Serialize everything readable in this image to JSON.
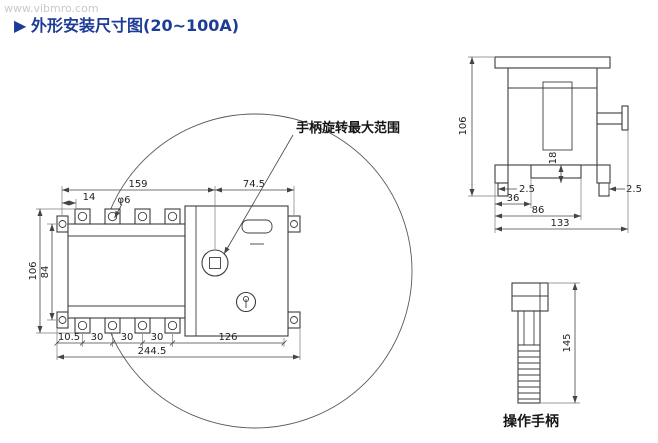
{
  "watermark": "www.vibmro.com",
  "title": {
    "marker": "▶",
    "text": "外形安装尺寸图(20~100A)"
  },
  "front_view": {
    "callout_handle_range": "手柄旋转最大范围",
    "dim_159": "159",
    "dim_74_5": "74.5",
    "dim_14": "14",
    "dim_phi6": "φ6",
    "dim_106": "106",
    "dim_84": "84",
    "dim_10_5": "10.5",
    "dim_30_1": "30",
    "dim_30_2": "30",
    "dim_30_3": "30",
    "dim_126": "126",
    "dim_244_5": "244.5"
  },
  "side_view": {
    "dim_106": "106",
    "dim_18": "18",
    "dim_2_5_left": "2.5",
    "dim_2_5_right": "2.5",
    "dim_36": "36",
    "dim_86": "86",
    "dim_133": "133"
  },
  "handle_view": {
    "dim_145": "145",
    "label": "操作手柄"
  }
}
